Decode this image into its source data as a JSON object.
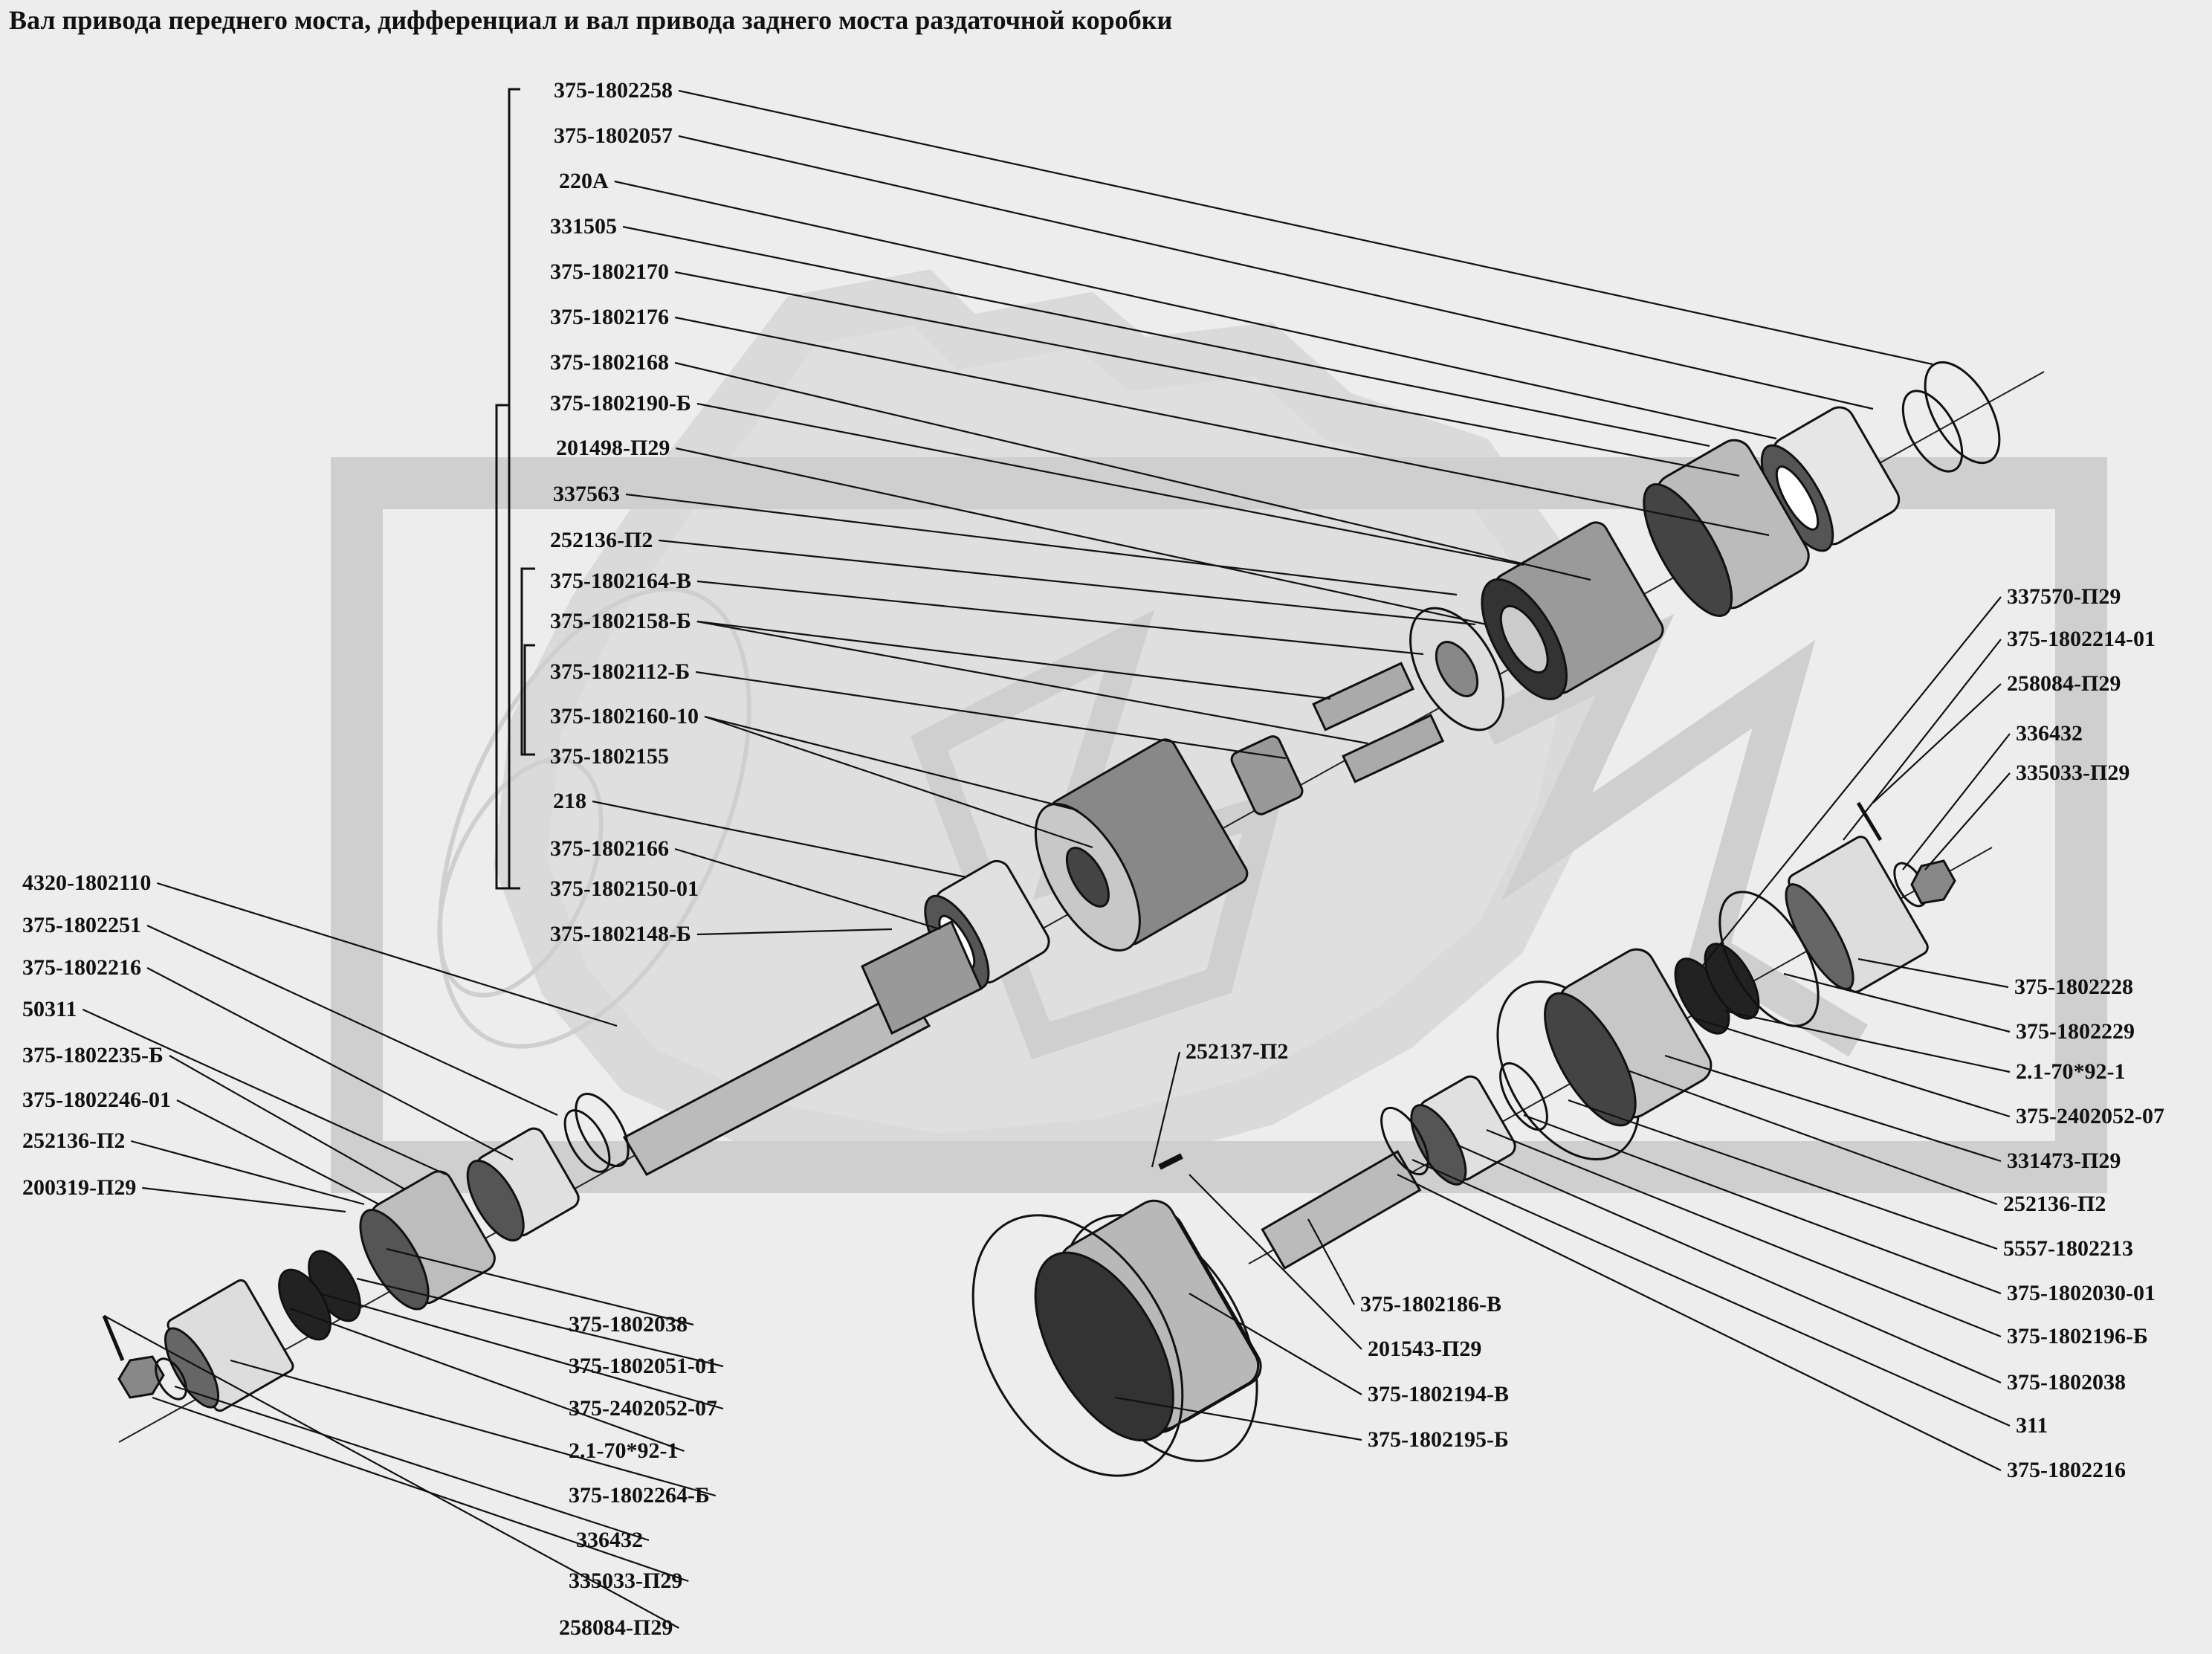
{
  "title": "Вал привода переднего моста, дифференциал и вал привода заднего моста раздаточной коробки",
  "colors": {
    "background": "#ededed",
    "watermark": "#cfcfcf",
    "ink": "#111111"
  },
  "watermark_icon": "gear-logo-watermark",
  "labels": [
    "375-1802258",
    "375-1802057",
    "220А",
    "331505",
    "375-1802170",
    "375-1802176",
    "375-1802168",
    "375-1802190-Б",
    "201498-П29",
    "337563",
    "252136-П2",
    "375-1802164-В",
    "375-1802158-Б",
    "375-1802112-Б",
    "375-1802160-10",
    "375-1802155",
    "218",
    "375-1802166",
    "375-1802150-01",
    "375-1802148-Б",
    "4320-1802110",
    "375-1802251",
    "375-1802216",
    "50311",
    "375-1802235-Б",
    "375-1802246-01",
    "252136-П2",
    "200319-П29",
    "375-1802038",
    "375-1802051-01",
    "375-2402052-07",
    "2.1-70*92-1",
    "375-1802264-Б",
    "336432",
    "335033-П29",
    "258084-П29",
    "252137-П2",
    "375-1802186-В",
    "201543-П29",
    "375-1802194-В",
    "375-1802195-Б",
    "337570-П29",
    "375-1802214-01",
    "258084-П29",
    "336432",
    "335033-П29",
    "375-1802228",
    "375-1802229",
    "2.1-70*92-1",
    "375-2402052-07",
    "331473-П29",
    "252136-П2",
    "5557-1802213",
    "375-1802030-01",
    "375-1802196-Б",
    "375-1802038",
    "311",
    "375-1802216"
  ]
}
